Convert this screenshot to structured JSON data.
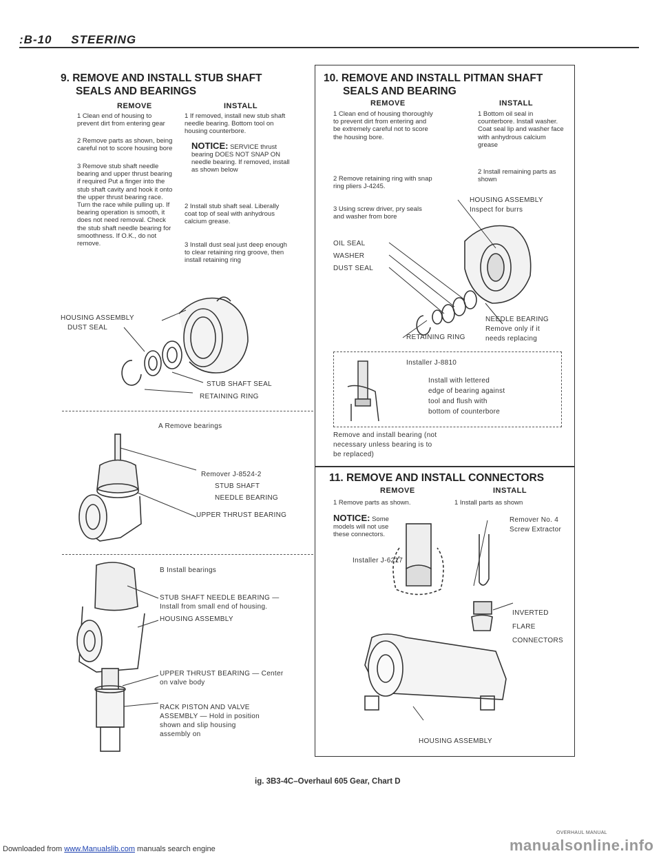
{
  "header": {
    "page_code": ":B-10",
    "section": "STEERING"
  },
  "left": {
    "title_line1": "9. REMOVE AND INSTALL STUB SHAFT",
    "title_line2": "SEALS AND BEARINGS",
    "remove_heading": "REMOVE",
    "install_heading": "INSTALL",
    "remove_steps": [
      "1  Clean end of housing to prevent dirt from entering gear",
      "2  Remove parts as shown, being careful not to score housing bore",
      "3  Remove stub shaft needle bearing and upper thrust bearing if required Put a finger into the stub shaft cavity and hook it onto the upper thrust bearing race. Turn the race while pulling up. If bearing operation is smooth, it does not need removal. Check the stub shaft needle bearing for smoothness. If O.K., do not remove."
    ],
    "install_step1": "1  If removed, install new stub shaft needle bearing. Bottom tool on housing counterbore.",
    "notice_label": "NOTICE:",
    "notice_text": "SERVICE thrust bearing DOES NOT SNAP ON needle bearing. If removed, install as shown below",
    "install_step2": "2  Install stub shaft seal. Liberally coat top of seal with anhydrous calcium grease.",
    "install_step3": "3  Install dust seal just deep enough to clear retaining ring groove, then install retaining ring",
    "fig1_labels": {
      "housing": "HOUSING ASSEMBLY",
      "dust_seal": "DUST SEAL",
      "stub_seal": "STUB SHAFT SEAL",
      "retaining": "RETAINING RING"
    },
    "figA": {
      "caption": "A  Remove bearings",
      "remover": "Remover J-8524-2",
      "stub": "STUB SHAFT",
      "needle": "NEEDLE BEARING",
      "upper": "UPPER THRUST BEARING"
    },
    "figB": {
      "caption": "B  Install bearings",
      "needle1": "STUB SHAFT NEEDLE BEARING —",
      "needle2": "Install from small end of housing.",
      "housing": "HOUSING ASSEMBLY",
      "upper1": "UPPER THRUST BEARING — Center",
      "upper2": "on valve body",
      "rack1": "RACK PISTON AND VALVE",
      "rack2": "ASSEMBLY — Hold in position",
      "rack3": "shown and slip housing",
      "rack4": "assembly on"
    }
  },
  "right": {
    "title_line1": "10. REMOVE AND INSTALL PITMAN SHAFT",
    "title_line2": "SEALS AND BEARING",
    "remove_heading": "REMOVE",
    "install_heading": "INSTALL",
    "remove_steps": [
      "1  Clean end of housing thoroughly to prevent dirt from entering and be extremely careful not to score the housing bore.",
      "2  Remove retaining ring with snap ring pliers J-4245.",
      "3  Using screw driver, pry seals and washer from bore"
    ],
    "install_steps": [
      "1  Bottom oil seal in counterbore. Install washer. Coat seal lip and washer face with anhydrous calcium grease",
      "2  Install remaining parts as shown"
    ],
    "fig_labels": {
      "housing": "HOUSING ASSEMBLY",
      "inspect": "Inspect for burrs",
      "oil_seal": "OIL SEAL",
      "washer": "WASHER",
      "dust_seal": "DUST SEAL",
      "needle": "NEEDLE BEARING",
      "remove_only1": "Remove only if it",
      "remove_only2": "needs replacing",
      "retaining": "RETAINING RING"
    },
    "installer_box": {
      "title": "Installer J-8810",
      "l1": "Install with lettered",
      "l2": "edge of bearing against",
      "l3": "tool and flush with",
      "l4": "bottom of counterbore"
    },
    "note": [
      "Remove and install bearing (not",
      "necessary unless bearing is to",
      "be replaced)"
    ],
    "sec11": {
      "title": "11. REMOVE AND INSTALL CONNECTORS",
      "remove_heading": "REMOVE",
      "install_heading": "INSTALL",
      "remove_step": "1  Remove parts as shown.",
      "install_step": "1  Install parts as shown",
      "notice_label": "NOTICE:",
      "notice_text1": "Some",
      "notice_text2": "models will not use",
      "notice_text3": "these connectors.",
      "installer": "Installer J-6217",
      "remover1": "Remover No. 4",
      "remover2": "Screw Extractor",
      "inverted1": "INVERTED",
      "inverted2": "FLARE",
      "inverted3": "CONNECTORS",
      "housing": "HOUSING ASSEMBLY"
    }
  },
  "figure_caption": "ig. 3B3-4C–Overhaul 605 Gear, Chart D",
  "footer": {
    "downloaded": "Downloaded from",
    "link": "www.Manualslib.com",
    "rest": "manuals search engine",
    "watermark": "manualsonline.info",
    "stamp": "OVERHAUL MANUAL"
  }
}
